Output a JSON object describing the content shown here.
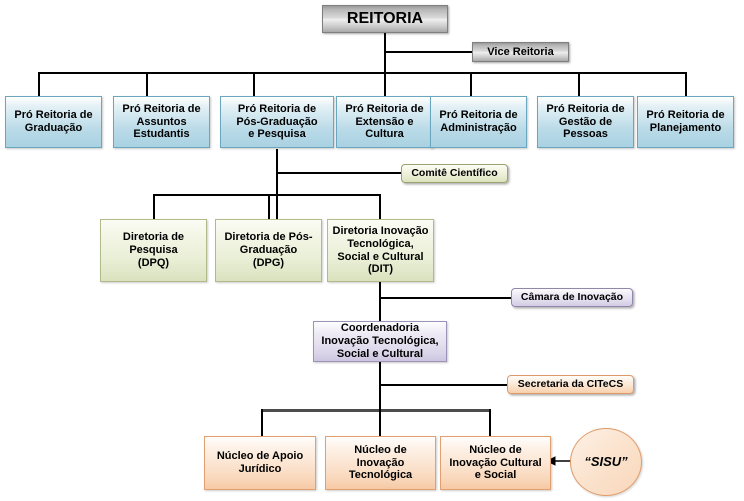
{
  "diagram": {
    "title": "Organograma REITORIA",
    "colors": {
      "gray": "#b7b7b7",
      "blue": "#bcdbe8",
      "green": "#eaefd7",
      "purple": "#e3dfee",
      "orange": "#fbe2cd",
      "connector": "#000000",
      "connector_thick": "#4c4c4c"
    },
    "nodes": {
      "reitoria": "REITORIA",
      "vice_reitoria": "Vice Reitoria",
      "pro_graduacao": "Pró Reitoria de\nGraduação",
      "pro_assuntos_estudantis": "Pró Reitoria de\nAssuntos\nEstudantis",
      "pro_pos_graduacao_pesquisa": "Pró Reitoria de\nPós-Graduação\ne Pesquisa",
      "pro_extensao_cultura": "Pró Reitoria de\nExtensão e\nCultura",
      "pro_administracao": "Pró Reitoria de\nAdministração",
      "pro_gestao_pessoas": "Pró Reitoria de\nGestão de\nPessoas",
      "pro_planejamento": "Pró Reitoria de\nPlanejamento",
      "comite_cientifico": "Comitê Científico",
      "diretoria_pesquisa": "Diretoria de\nPesquisa\n(DPQ)",
      "diretoria_pos_graduacao": "Diretoria de Pós-\nGraduação\n(DPG)",
      "diretoria_inovacao": "Diretoria Inovação\nTecnológica,\nSocial e Cultural\n(DIT)",
      "camara_inovacao": "Câmara de Inovação",
      "coordenadoria": "Coordenadoria\nInovação Tecnológica,\nSocial e Cultural",
      "secretaria_citecs": "Secretaria da CITeCS",
      "nucleo_apoio_juridico": "Núcleo de Apoio\nJurídico",
      "nucleo_inovacao_tecnologica": "Núcleo de\nInovação\nTecnológica",
      "nucleo_inovacao_cultural_social": "Núcleo de\nInovação Cultural\ne Social",
      "sisu": "“SISU”"
    }
  }
}
